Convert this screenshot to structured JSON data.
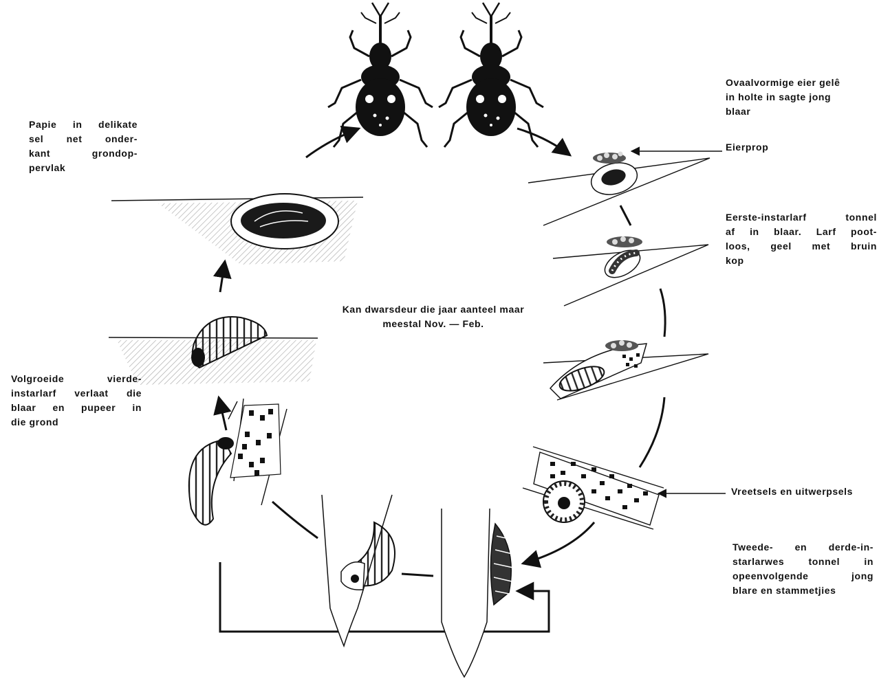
{
  "labels": {
    "eggs_laid": [
      "Ovaalvormige eier gelê",
      "in holte in sagte jong",
      "blaar"
    ],
    "egg_plug": "Eierprop",
    "first_instar": [
      "Eerste-instarlarf tonnel",
      "af in blaar. Larf poot-",
      "loos, geel met bruin",
      "kop"
    ],
    "frass": "Vreetsels en uitwerpsels",
    "second_third_instar": [
      "Tweede- en derde-in-",
      "starlarwes tonnel in",
      "opeenvolgende jong",
      "blare en stammetjies"
    ],
    "pupa": [
      "Papie in delikate",
      "sel net onder-",
      "kant grondop-",
      "pervlak"
    ],
    "fourth_instar": [
      "Volgroeide vierde-",
      "instarlarf verlaat die",
      "blaar en pupeer in",
      "die grond"
    ],
    "center_note": [
      "Kan dwarsdeur die jaar aanteel maar",
      "meestal Nov. — Feb."
    ]
  },
  "colors": {
    "ink": "#111111",
    "paper": "#ffffff",
    "hatch": "#9a9a9a"
  }
}
